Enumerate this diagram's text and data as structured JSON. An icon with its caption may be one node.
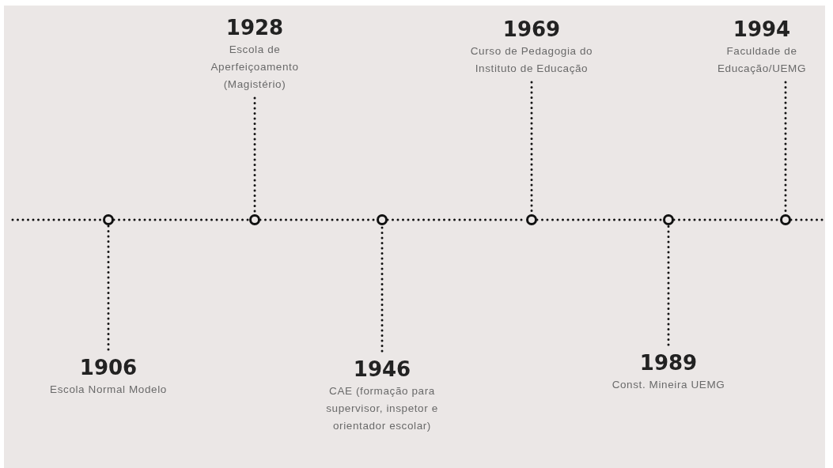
{
  "diagram": {
    "nodes": [
      {
        "text": [
          "1906",
          "Escola Normal Modelo"
        ]
      },
      {
        "text": [
          "1928",
          "Escola de Aperfeiçoamento (Magistério)"
        ]
      },
      {
        "text": [
          "1946",
          "CAE (formação para supervisor, inspetor e orientador escolar)"
        ]
      },
      {
        "text": [
          "1969",
          "Curso de Pedagogia do Instituto de Educação"
        ]
      },
      {
        "text": [
          "1989",
          "Const. Mineira UEMG"
        ]
      },
      {
        "text": [
          "1994",
          "Faculdade de Educação/UEMG"
        ]
      },
      {
        "text": [],
        "shape": "circle"
      },
      {
        "text": [],
        "shape": "circle"
      },
      {
        "text": [],
        "shape": "circle"
      },
      {
        "text": [],
        "shape": "circle"
      },
      {
        "text": [],
        "shape": "circle"
      },
      {
        "text": [],
        "shape": "circle"
      }
    ],
    "edges": [
      {
        "from": 0,
        "to": 6,
        "arrow": "none",
        "style": "dashed"
      },
      {
        "from": 1,
        "to": 7,
        "arrow": "none",
        "style": "dashed"
      },
      {
        "from": 2,
        "to": 8,
        "arrow": "none",
        "style": "dashed"
      },
      {
        "from": 3,
        "to": 9,
        "arrow": "none",
        "style": "dashed"
      },
      {
        "from": 4,
        "to": 10,
        "arrow": "none",
        "style": "dashed"
      },
      {
        "from": 5,
        "to": 11,
        "arrow": "none",
        "style": "dashed"
      },
      {
        "from": 6,
        "to": 7,
        "arrow": "none",
        "style": "dashed"
      },
      {
        "from": 7,
        "to": 8,
        "arrow": "none",
        "style": "dashed"
      },
      {
        "from": 8,
        "to": 9,
        "arrow": "none",
        "style": "dashed"
      },
      {
        "from": 9,
        "to": 10,
        "arrow": "none",
        "style": "dashed"
      },
      {
        "from": 10,
        "to": 11,
        "arrow": "none",
        "style": "dashed"
      }
    ]
  }
}
